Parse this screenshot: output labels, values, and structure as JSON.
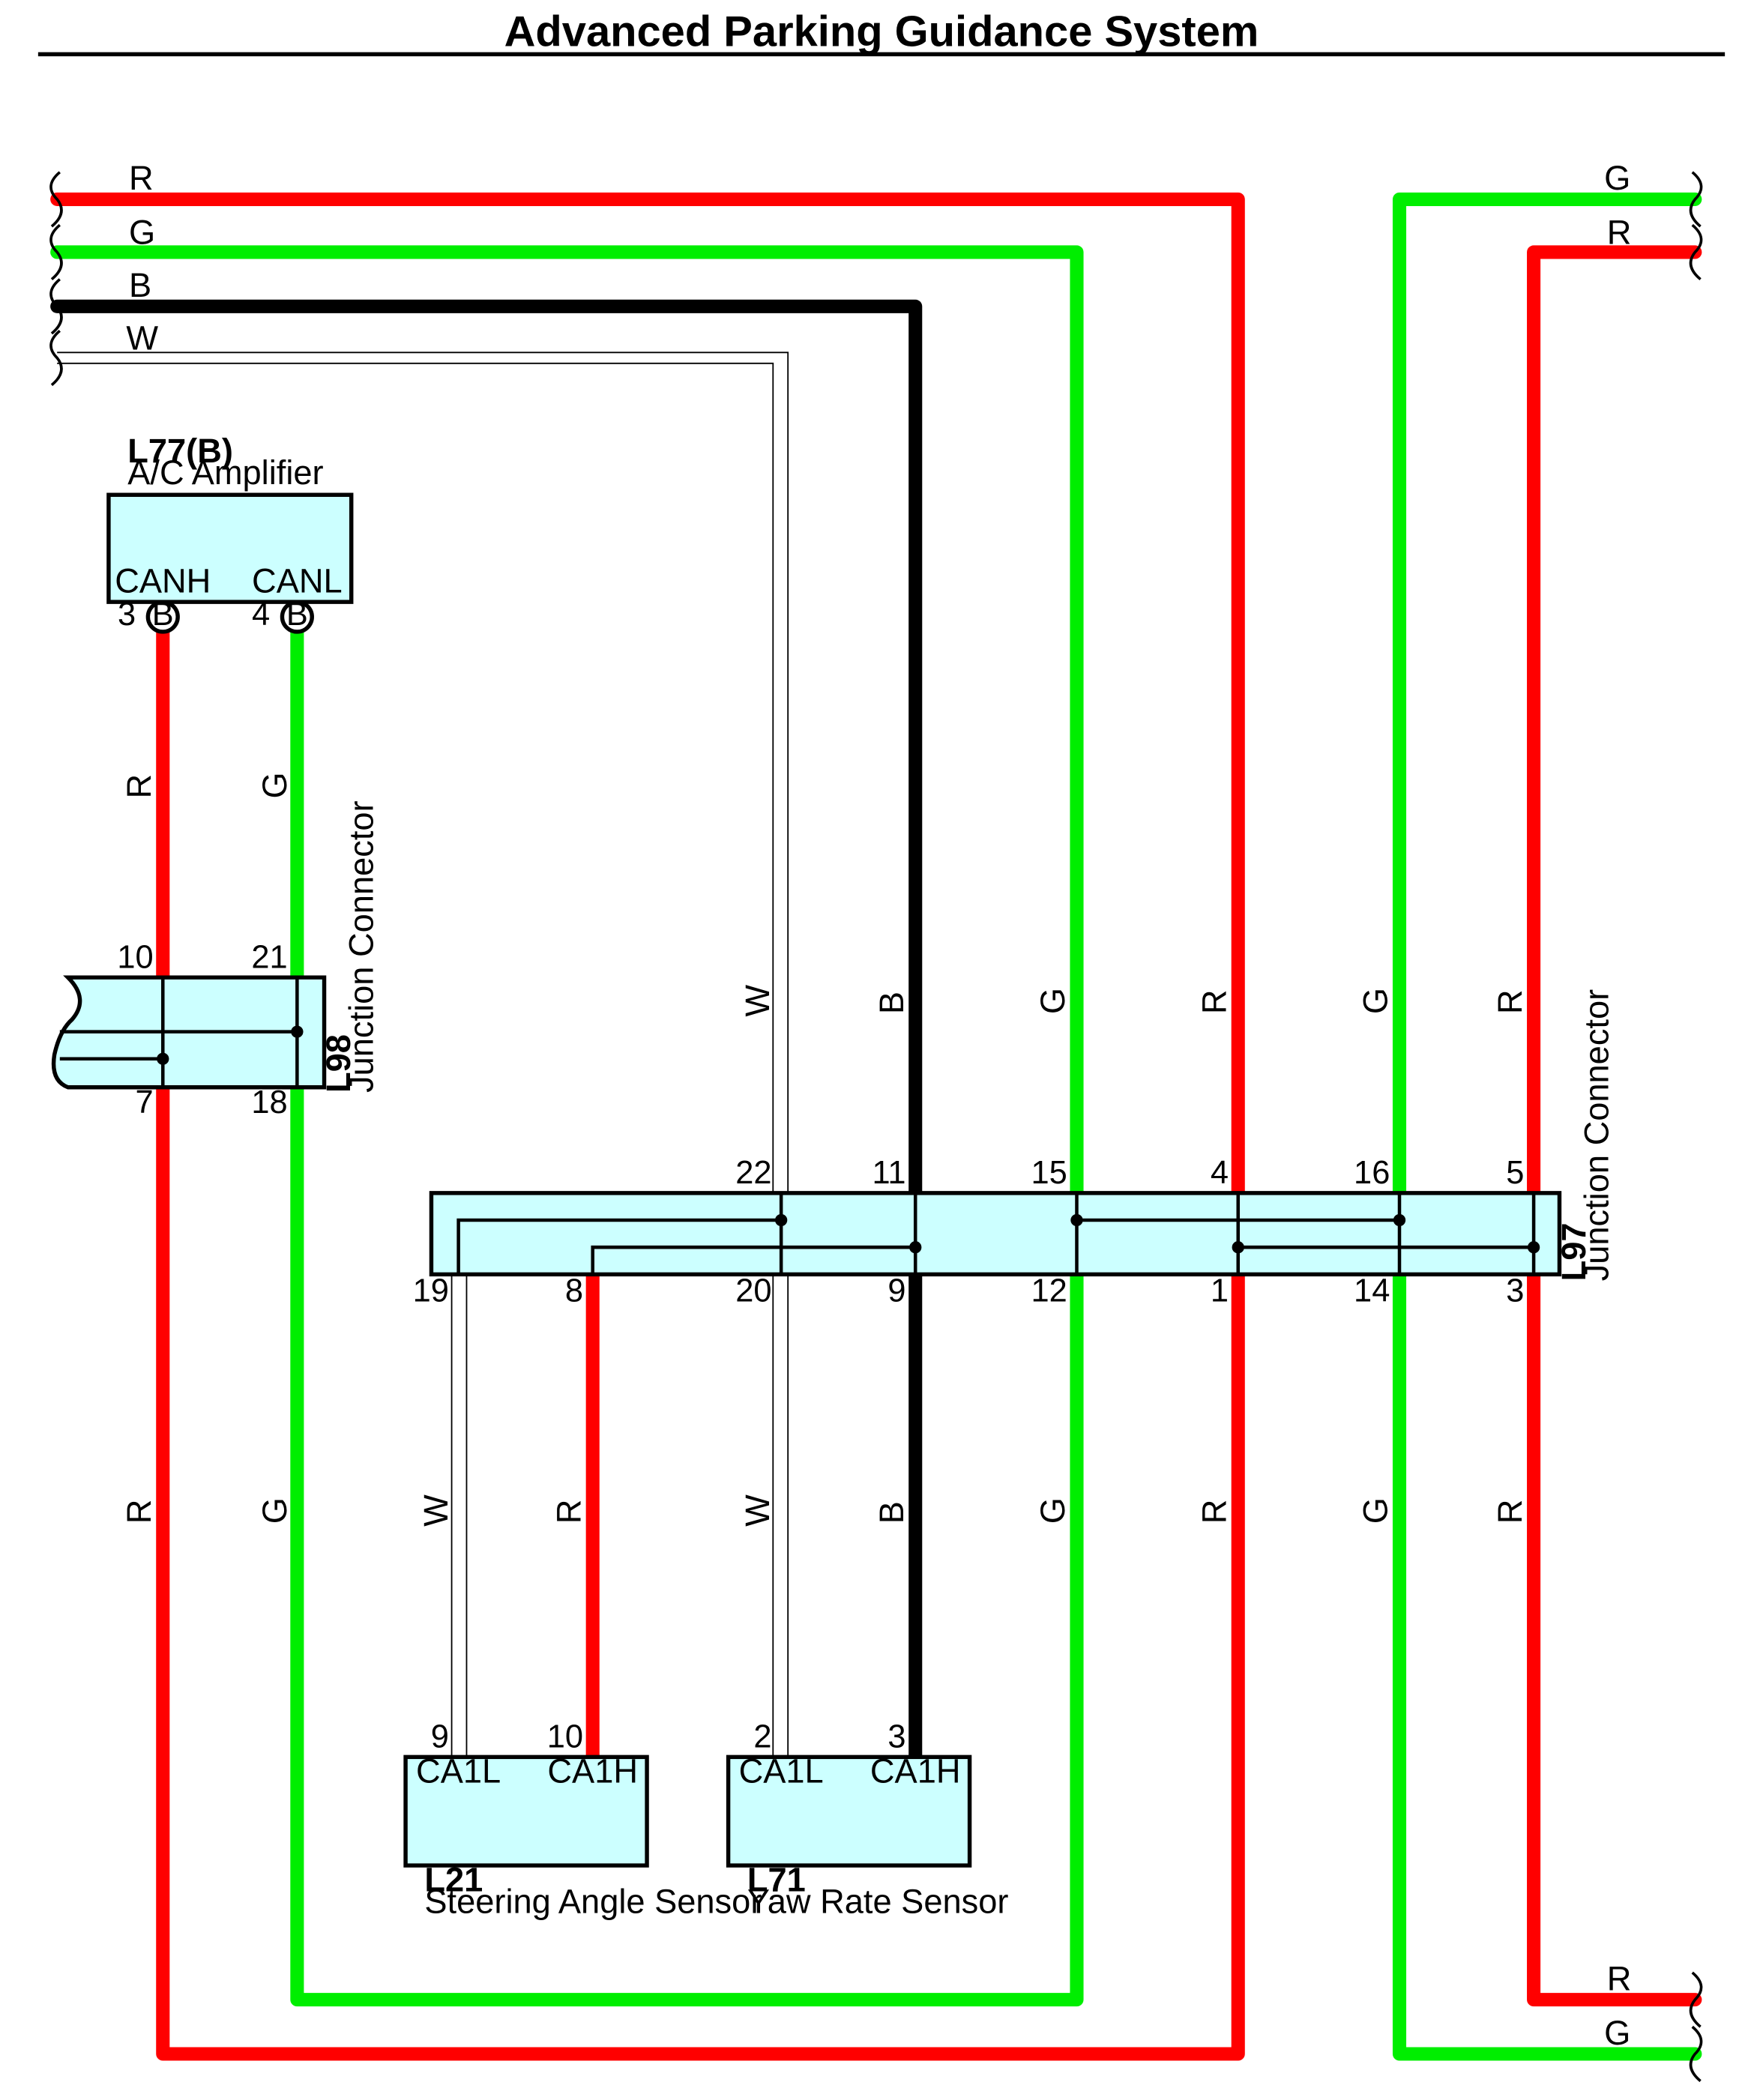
{
  "title": "Advanced Parking Guidance System",
  "colors": {
    "R": "#ff0000",
    "G": "#00ee00",
    "B": "#000000",
    "W": "#ffffff",
    "box_fill": "#ccffff",
    "line": "#000000"
  },
  "wire_labels": {
    "R": "R",
    "G": "G",
    "B": "B",
    "W": "W"
  },
  "components": {
    "l77": {
      "code": "L77(B)",
      "name": "A/C Amplifier",
      "canh": "CANH",
      "canl": "CANL",
      "pin_canh": "3",
      "pin_canl": "4",
      "shield": "B"
    },
    "l98": {
      "code": "L98",
      "name": "Junction Connector",
      "pins": {
        "top_left": "10",
        "top_right": "21",
        "bot_left": "7",
        "bot_right": "18"
      }
    },
    "l97": {
      "code": "L97",
      "name": "Junction Connector",
      "pins": {
        "t_w": "22",
        "t_b": "11",
        "t_g": "15",
        "t_r": "4",
        "t_g2": "16",
        "t_r2": "5",
        "b_w1": "19",
        "b_r1": "8",
        "b_w2": "20",
        "b_b": "9",
        "b_g": "12",
        "b_r": "1",
        "b_g2": "14",
        "b_r2": "3"
      }
    },
    "l21": {
      "code": "L21",
      "name": "Steering Angle Sensor",
      "ca1l": "CA1L",
      "ca1h": "CA1H",
      "pin_l": "9",
      "pin_h": "10"
    },
    "l71": {
      "code": "L71",
      "name": "Yaw Rate Sensor",
      "ca1l": "CA1L",
      "ca1h": "CA1H",
      "pin_l": "2",
      "pin_h": "3"
    }
  }
}
